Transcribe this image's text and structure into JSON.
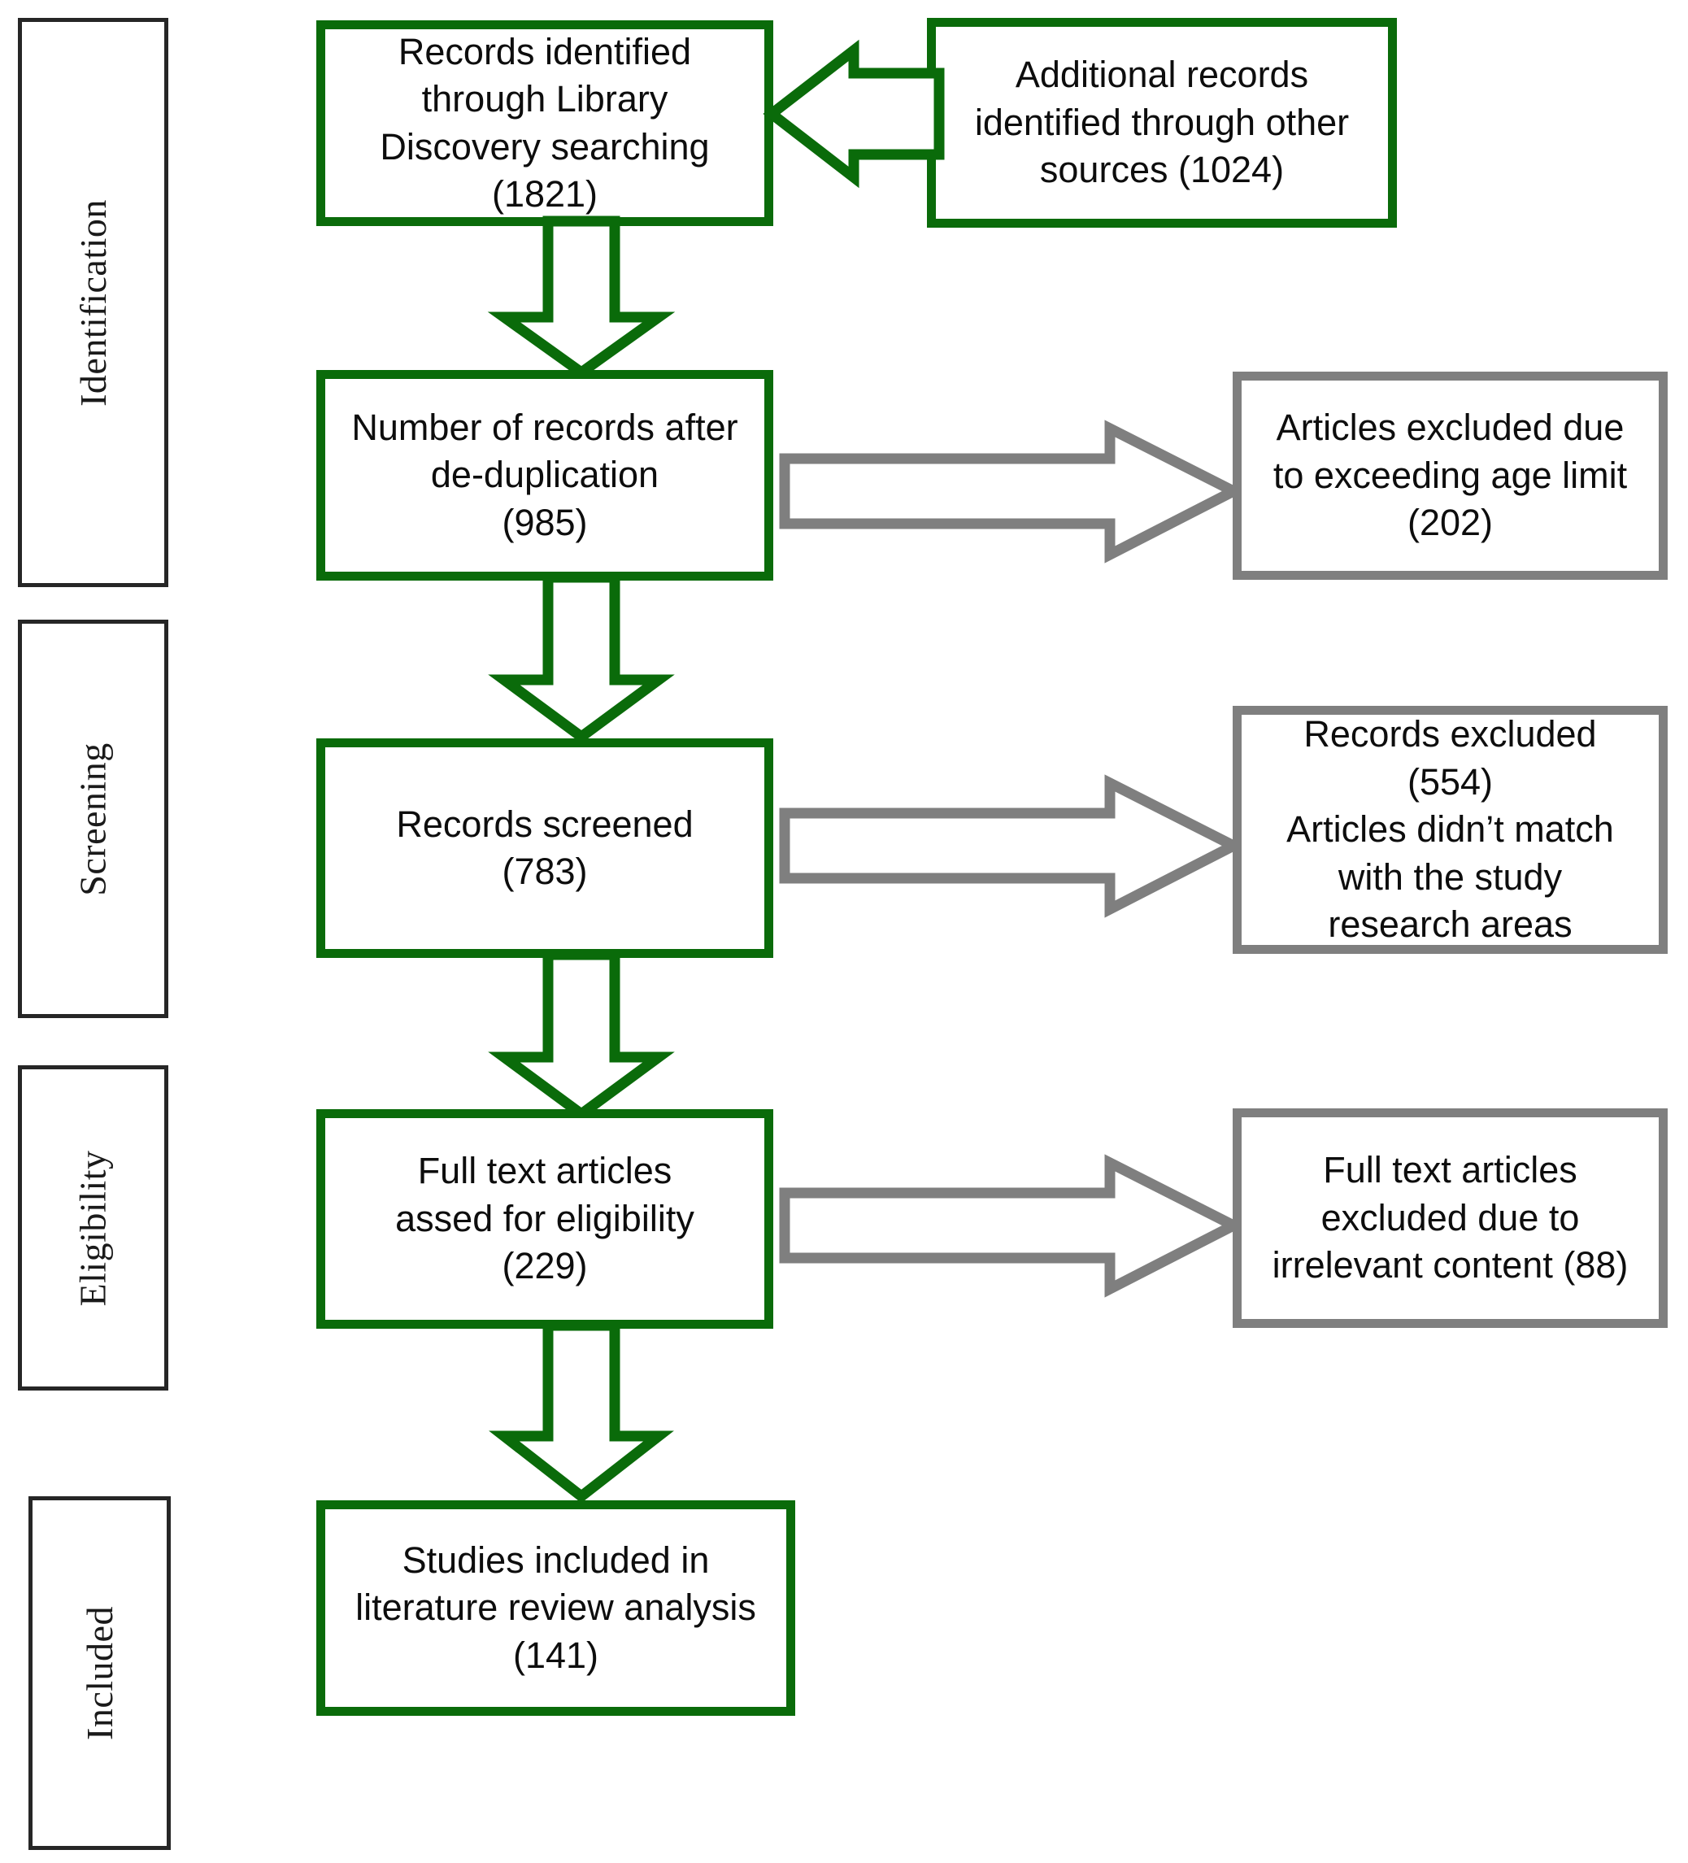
{
  "diagram": {
    "title": "PRISMA literature selection flow diagram",
    "colors": {
      "green": "#0a6b0a",
      "gray": "#7f7f7f",
      "stage_border": "#262626",
      "text": "#0d0d0d",
      "background": "#ffffff"
    }
  },
  "stages": [
    {
      "label": "Identification"
    },
    {
      "label": "Screening"
    },
    {
      "label": "Eligibility"
    },
    {
      "label": "Included"
    }
  ],
  "boxes": {
    "identified_library": {
      "text": "Records identified\nthrough Library\nDiscovery searching\n(1821)",
      "count": "1821",
      "color": "green"
    },
    "additional_records": {
      "text": "Additional records\nidentified through other\nsources (1024)",
      "count": "1024",
      "color": "green"
    },
    "after_dedup": {
      "text": "Number of records after\nde-duplication\n(985)",
      "count": "985",
      "color": "green"
    },
    "excluded_age": {
      "text": "Articles excluded due\nto exceeding age limit\n(202)",
      "count": "202",
      "color": "gray"
    },
    "records_screened": {
      "text": "Records screened\n(783)",
      "count": "783",
      "color": "green"
    },
    "records_excluded": {
      "text": "Records excluded\n(554)\nArticles didn’t match\nwith the study\nresearch areas",
      "count": "554",
      "color": "gray"
    },
    "full_text_assessed": {
      "text": "Full text articles\nassed for eligibility\n(229)",
      "count": "229",
      "color": "green"
    },
    "full_text_excluded": {
      "text": "Full text articles\nexcluded due to\nirrelevant content (88)",
      "count": "88",
      "color": "gray"
    },
    "studies_included": {
      "text": "Studies included in\nliterature review analysis\n(141)",
      "count": "141",
      "color": "green"
    }
  },
  "arrows": [
    {
      "name": "additional-to-identified",
      "direction": "left",
      "color": "#0a6b0a"
    },
    {
      "name": "identified-to-dedup",
      "direction": "down",
      "color": "#0a6b0a"
    },
    {
      "name": "dedup-to-age-excluded",
      "direction": "right",
      "color": "#7f7f7f"
    },
    {
      "name": "dedup-to-screened",
      "direction": "down",
      "color": "#0a6b0a"
    },
    {
      "name": "screened-to-records-excluded",
      "direction": "right",
      "color": "#7f7f7f"
    },
    {
      "name": "screened-to-fulltext",
      "direction": "down",
      "color": "#0a6b0a"
    },
    {
      "name": "fulltext-to-fulltext-excluded",
      "direction": "right",
      "color": "#7f7f7f"
    },
    {
      "name": "fulltext-to-included",
      "direction": "down",
      "color": "#0a6b0a"
    }
  ]
}
